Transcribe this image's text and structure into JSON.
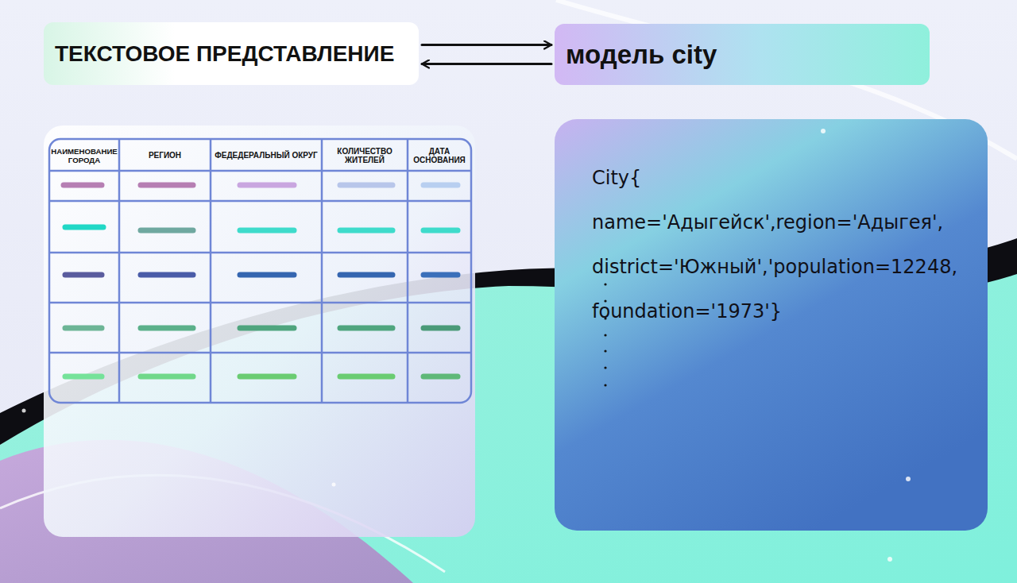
{
  "diagram": {
    "nodes": [
      {
        "text": [
          "ТЕКСТОВОЕ ПРЕДСТАВЛЕНИЕ"
        ]
      },
      {
        "text": [
          "модель city"
        ]
      },
      {
        "text": [
          "City{ name='Адыгейск',region='Адыгея', district='Южный','population=12248, foundation='1973'}"
        ]
      }
    ],
    "edges": [
      {
        "from": 0,
        "to": 1,
        "arrow": "to"
      },
      {
        "from": 1,
        "to": 0,
        "arrow": "to"
      }
    ],
    "labels": [
      "НАИМЕНОВАНИЕ ГОРОДА",
      "РЕГИОН",
      "ФЕДЕДЕРАЛЬНЫЙ ОКРУГ",
      "КОЛИЧЕСТВО ЖИТЕЛЕЙ",
      "ДАТА ОСНОВАНИЯ"
    ]
  }
}
